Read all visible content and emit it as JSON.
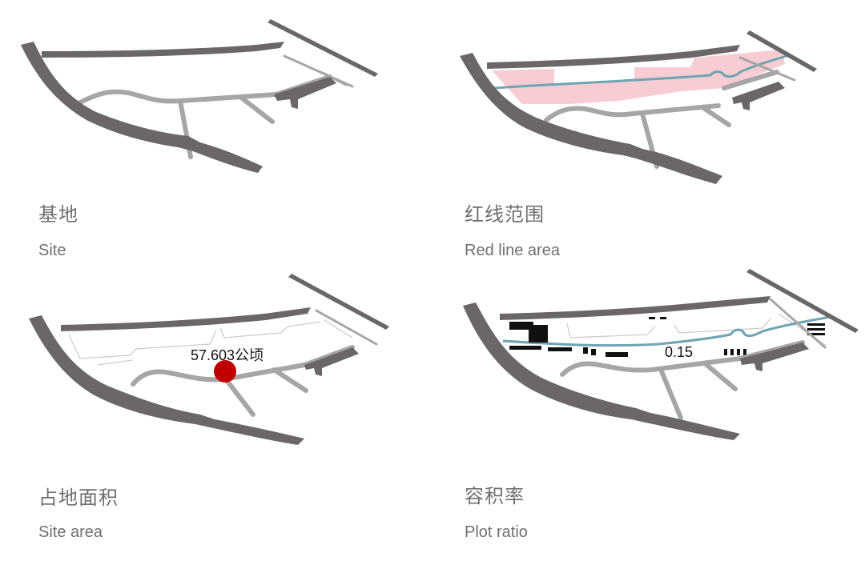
{
  "panels": [
    {
      "title_cn": "基地",
      "title_en": "Site"
    },
    {
      "title_cn": "红线范围",
      "title_en": "Red line area"
    },
    {
      "title_cn": "占地面积",
      "title_en": "Site area",
      "annotation": "57.603公顷"
    },
    {
      "title_cn": "容积率",
      "title_en": "Plot ratio",
      "annotation": "0.15"
    }
  ],
  "colors": {
    "road_main": "#6b6767",
    "road_secondary": "#a7a5a5",
    "red_line_fill": "#f7cdd3",
    "river": "#6ea4b4",
    "marker": "#c00000",
    "buildings": "#111111"
  }
}
